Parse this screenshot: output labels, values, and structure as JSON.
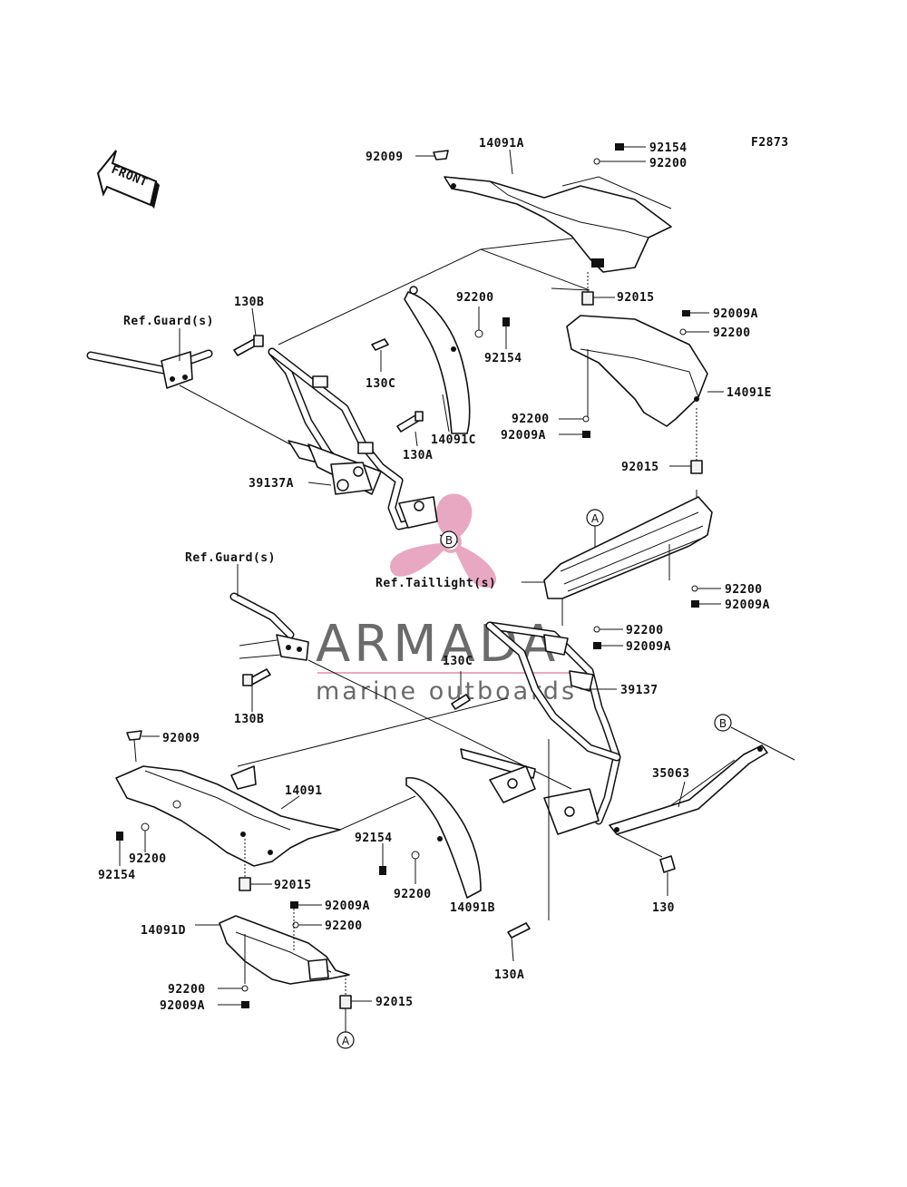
{
  "figure_code": "F2873",
  "front_arrow": {
    "label": "FRONT",
    "icon": "front-arrow-icon"
  },
  "watermark": {
    "brand": "ARMADA",
    "tagline": "marine outboards",
    "logo_icon": "propeller-logo-icon",
    "logo_color": "#e9a8c2",
    "text_color": "#6b6b6b"
  },
  "labels": {
    "l_92009_top": "92009",
    "l_14091A": "14091A",
    "l_92154_top": "92154",
    "l_92200_top": "92200",
    "l_92015_a": "92015",
    "l_92009A_a": "92009A",
    "l_92200_a": "92200",
    "l_130B_top": "130B",
    "l_refguard_top": "Ref.Guard(s)",
    "l_92200_mid": "92200",
    "l_92154_mid": "92154",
    "l_130C_top": "130C",
    "l_14091E": "14091E",
    "l_92200_e": "92200",
    "l_92009A_e": "92009A",
    "l_130A_top": "130A",
    "l_14091C": "14091C",
    "l_92015_b": "92015",
    "l_39137A": "39137A",
    "l_refguard_mid": "Ref.Guard(s)",
    "l_reftail": "Ref.Taillight(s)",
    "l_92200_tl": "92200",
    "l_92009A_tl": "92009A",
    "l_92200_tl2": "92200",
    "l_92009A_tl2": "92009A",
    "l_130C_bot": "130C",
    "l_39137": "39137",
    "l_130B_bot": "130B",
    "l_92009_bot": "92009",
    "l_14091": "14091",
    "l_35063": "35063",
    "l_92154_bot": "92154",
    "l_92200_bot": "92200",
    "l_92200_b2": "92200",
    "l_92154_b2": "92154",
    "l_92015_c": "92015",
    "l_14091B": "14091B",
    "l_130": "130",
    "l_92009A_d": "92009A",
    "l_92200_d": "92200",
    "l_14091D": "14091D",
    "l_130A_bot": "130A",
    "l_92200_d2": "92200",
    "l_92009A_d2": "92009A",
    "l_92015_d": "92015"
  },
  "callouts": {
    "a": "A",
    "b": "B"
  }
}
